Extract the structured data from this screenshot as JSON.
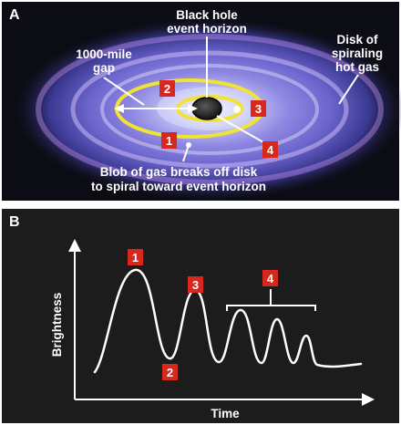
{
  "panel_a": {
    "letter": "A",
    "event_horizon_label": [
      "Black hole",
      "event horizon"
    ],
    "gap_label": [
      "1000-mile",
      "gap"
    ],
    "disk_label": [
      "Disk of",
      "spiraling",
      "hot gas"
    ],
    "blob_label": [
      "Blob of gas breaks off disk",
      "to spiral toward event horizon"
    ],
    "markers": [
      "1",
      "2",
      "3",
      "4"
    ]
  },
  "panel_b": {
    "letter": "B",
    "ylabel": "Brightness",
    "xlabel": "Time",
    "markers": [
      "1",
      "2",
      "3",
      "4"
    ]
  },
  "colors": {
    "panel_bg": "#1c1c1c",
    "marker_red": "#d8281e",
    "ring_yellow": "#f1e334",
    "curve_white": "#ffffff",
    "disk_blue": "#8a92e8",
    "disk_purple": "#b078d8"
  }
}
